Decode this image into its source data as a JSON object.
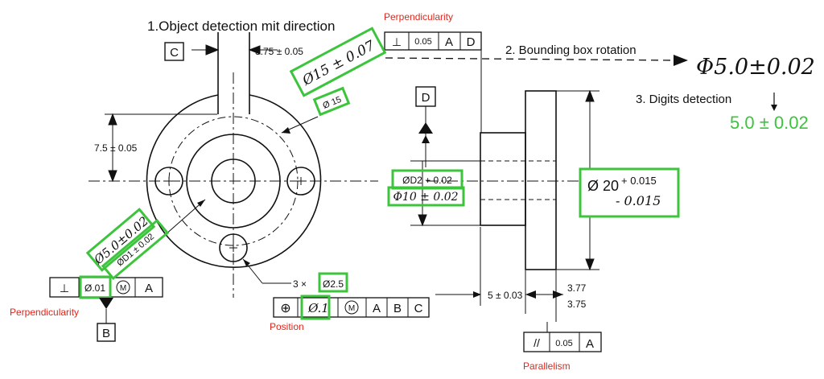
{
  "pipeline": {
    "step1": "1.Object detection mit direction",
    "step2": "2. Bounding box rotation",
    "step3": "3. Digits detection",
    "rotated_crop": "Φ5.0±0.02",
    "result": "5.0 ± 0.02"
  },
  "categories": {
    "perpendicularity_top": "Perpendicularity",
    "perpendicularity_left": "Perpendicularity",
    "position": "Position",
    "parallelism": "Parallelism"
  },
  "datums": {
    "c": "C",
    "d": "D",
    "b": "B"
  },
  "dimensions": {
    "slot_width": "3.75 ± 0.05",
    "slot_offset": "7.5 ± 0.05",
    "hole_pattern_prefix": "3 ×",
    "hole_dia": "Ø2.5",
    "step_length": "5 ± 0.03",
    "flange_upper": "3.77",
    "flange_lower": "3.75"
  },
  "detections": {
    "hw_phi15": "Ø15 ± 0.07",
    "phi15": "Ø 15",
    "phiD1": "ØD1 ± 0.02",
    "hw_phi5": "Ø5.0±0.02",
    "phiD2": "ØD2 + 0.02",
    "hw_phi10": "Φ10 ± 0.02",
    "phi20": "Ø 20",
    "phi20_upper": "+ 0.015",
    "phi20_lower": "- 0.015",
    "hw_pos": "Ø.1"
  },
  "fcf": {
    "perp_top": {
      "symbol": "⊥",
      "tol": "0.05",
      "d1": "A",
      "d2": "D"
    },
    "perp_left": {
      "symbol": "⊥",
      "tol": "Ø.01",
      "mod": "M",
      "d1": "A"
    },
    "position": {
      "symbol": "⊕",
      "mod": "M",
      "d1": "A",
      "d2": "B",
      "d3": "C"
    },
    "parallel": {
      "symbol": "//",
      "tol": "0.05",
      "d1": "A"
    }
  },
  "colors": {
    "detection_box": "#3cc43c",
    "label_red": "#e0261c",
    "ink": "#111111"
  }
}
